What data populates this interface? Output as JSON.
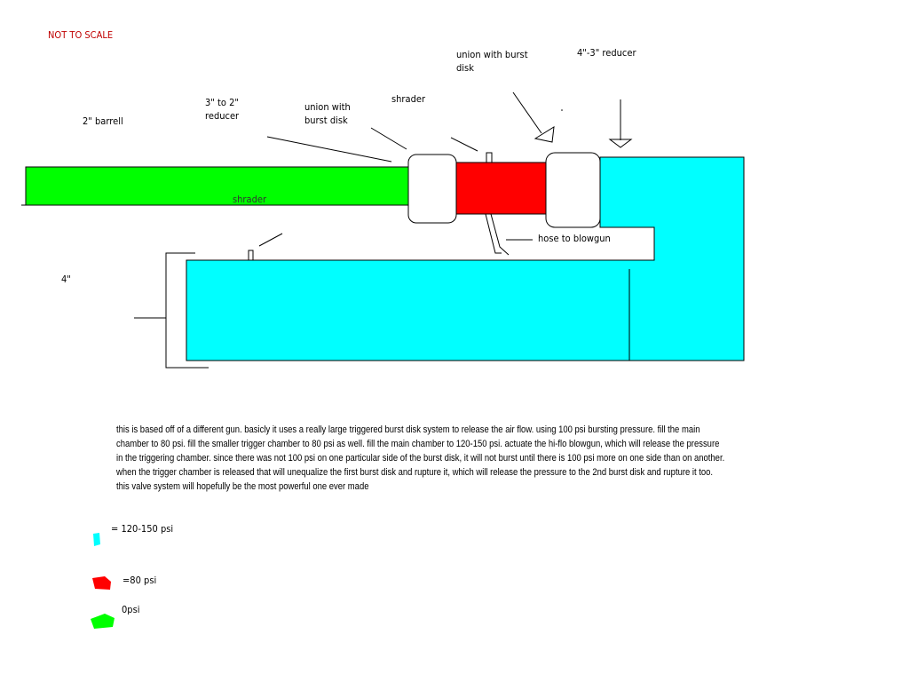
{
  "title_note": "NOT TO SCALE",
  "labels": {
    "barrel": "2\" barrell",
    "reducer_3_2": "3\" to 2\"\nreducer",
    "union1": "union with\nburst disk",
    "shrader_top": "shrader",
    "union2": "union with burst\ndisk",
    "reducer_4_3": "4\"-3\" reducer",
    "shrader_lower": "shrader",
    "hose": "hose to blowgun",
    "diameter": "4\""
  },
  "description": "this is based off of a different gun. basicly it uses a really large triggered burst disk system to release the air flow. using 100 psi bursting pressure. fill the main chamber to 80 psi. fill the smaller trigger chamber to 80 psi as well. fill the main chamber to 120-150 psi. actuate the hi-flo blowgun, which will release the pressure in the triggering chamber. since there was not 100 psi on one particular side of the burst disk, it will not burst until there is 100 psi more on one side than on another. when the trigger chamber is released that will unequalize the first burst disk and rupture it, which will release the pressure to the 2nd burst disk and rupture it too. this valve system will hopefully be the most powerful one ever made",
  "legend": [
    {
      "label": "= 120-150 psi",
      "color": "#00ffff"
    },
    {
      "label": "=80 psi",
      "color": "#ff0000"
    },
    {
      "label": "0psi",
      "color": "#00ff00"
    }
  ]
}
